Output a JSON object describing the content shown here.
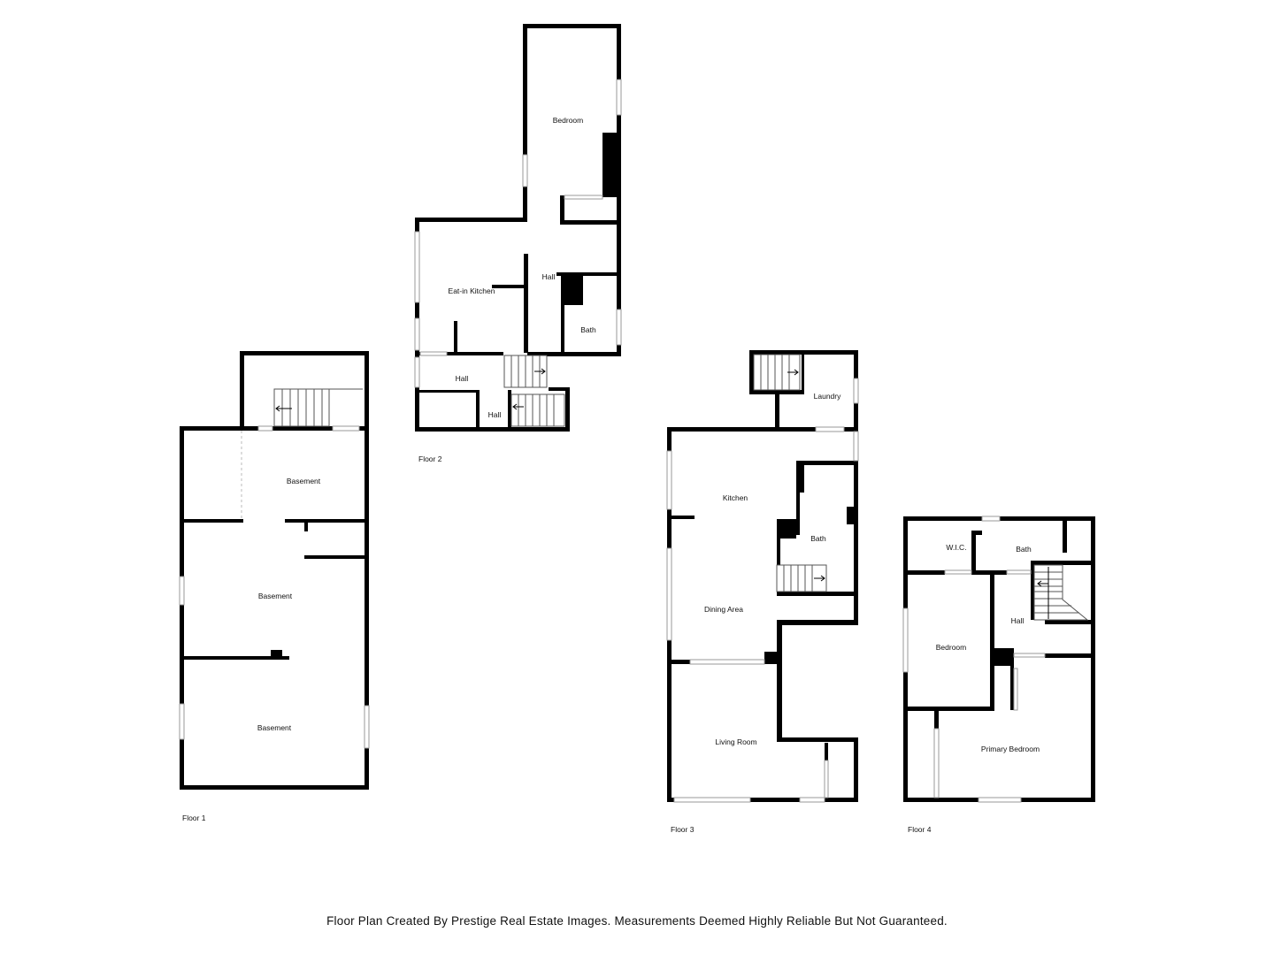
{
  "floors": [
    {
      "label": "Floor 1",
      "rooms": [
        "Basement",
        "Basement",
        "Basement"
      ]
    },
    {
      "label": "Floor 2",
      "rooms": [
        "Bedroom",
        "Eat-in Kitchen",
        "Hall",
        "Bath",
        "Hall",
        "Hall"
      ]
    },
    {
      "label": "Floor 3",
      "rooms": [
        "Laundry",
        "Kitchen",
        "Bath",
        "Dining Area",
        "Living Room"
      ]
    },
    {
      "label": "Floor 4",
      "rooms": [
        "W.I.C.",
        "Bath",
        "Bedroom",
        "Hall",
        "Primary Bedroom"
      ]
    }
  ],
  "footer": "Floor Plan Created By Prestige Real Estate Images. Measurements Deemed Highly Reliable But Not Guaranteed."
}
